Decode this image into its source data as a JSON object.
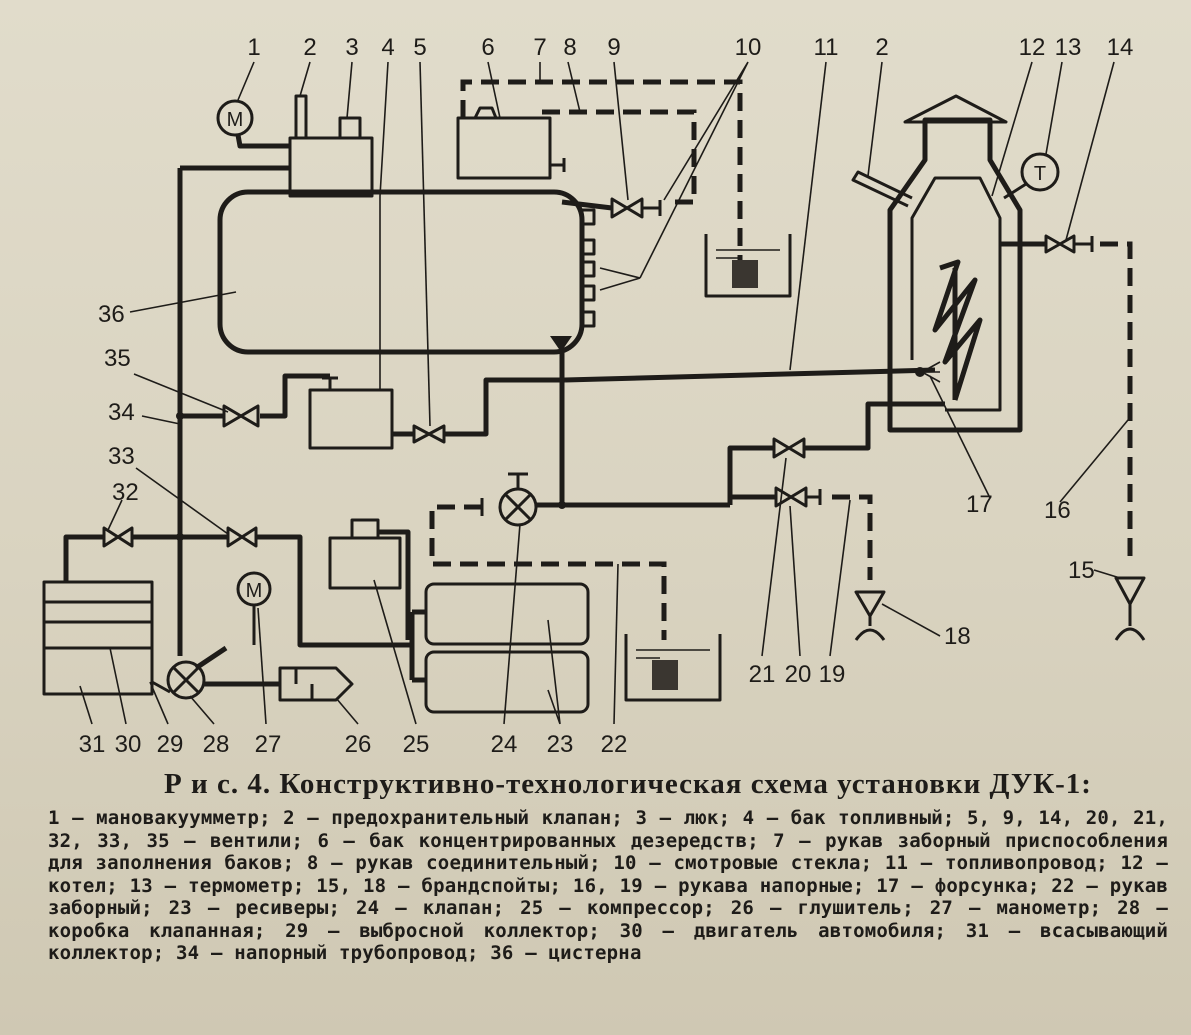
{
  "labels": {
    "top": [
      "1",
      "2",
      "3",
      "4",
      "5",
      "6",
      "7",
      "8",
      "9",
      "10",
      "11",
      "2",
      "12",
      "13",
      "14"
    ],
    "left": [
      "36",
      "35",
      "34",
      "33",
      "32"
    ],
    "bottom": [
      "31",
      "30",
      "29",
      "28",
      "27",
      "26",
      "25",
      "24",
      "23",
      "22",
      "21",
      "20",
      "19"
    ],
    "right": [
      "17",
      "16",
      "15",
      "18"
    ]
  },
  "symbols": {
    "manovacuummeter": "М",
    "manometer": "М",
    "thermometer": "Т"
  },
  "caption": {
    "title": "Р и с. 4. Конструктивно-технологическая схема установки ДУК-1:",
    "body": "1 — мановакуумметр; 2 — предохранительный клапан; 3 — люк; 4 — бак топливный; 5, 9, 14, 20, 21, 32, 33, 35 — вентили; 6 — бак концентрированных дезередств; 7 — рукав заборный приспособления для заполнения баков; 8 — рукав соединительный; 10 — смотровые стекла; 11 — топливопровод; 12 — котел; 13 — термометр; 15, 18 — брандспойты; 16, 19 — рукава напорные; 17 — форсунка; 22 — рукав заборный; 23 — ресиверы; 24 — клапан; 25 — компрессор; 26 — глушитель; 27 — манометр; 28 — коробка клапанная; 29 — выбросной коллектор; 30 — двигатель автомобиля; 31 — всасывающий коллектор; 34 — напорный трубопровод; 36 — цистерна"
  }
}
